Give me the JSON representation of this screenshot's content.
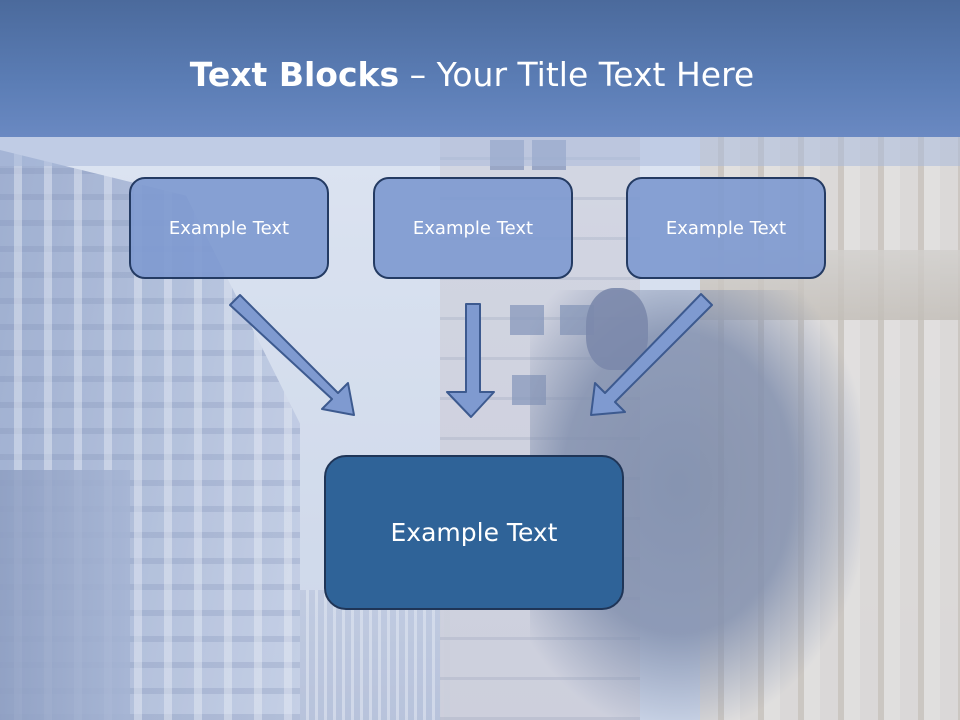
{
  "title": {
    "bold": "Text Blocks",
    "rest": " – Your Title Text Here"
  },
  "boxes": [
    {
      "text": "Example Text"
    },
    {
      "text": "Example Text"
    },
    {
      "text": "Example Text"
    }
  ],
  "result_box": {
    "text": "Example Text"
  },
  "colors": {
    "title_band": "#5b7db5",
    "box_fill": "#7f9ad0",
    "box_border": "#243b63",
    "result_fill": "#2f6398",
    "arrow_fill": "#7f9ad0"
  }
}
